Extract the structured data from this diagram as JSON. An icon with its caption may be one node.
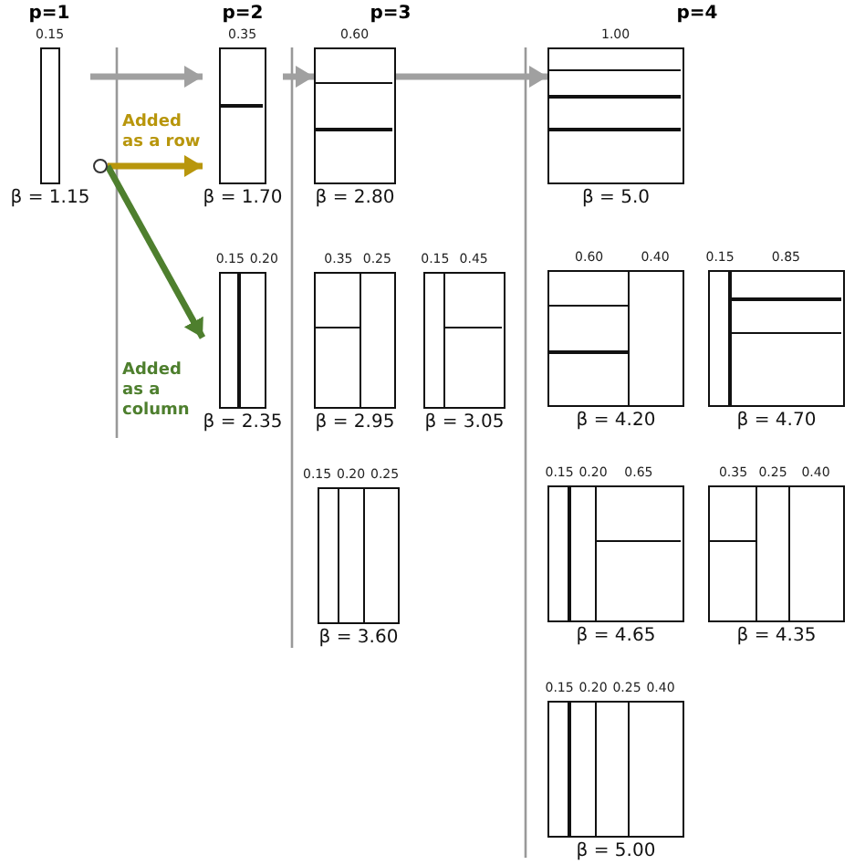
{
  "diagram": {
    "nodes": [
      {
        "text": [
          "0.15"
        ],
        "beside": [
          "β = 1.15"
        ]
      },
      {
        "text": [],
        "shape": "circle"
      },
      {
        "text": [
          "0.35"
        ],
        "beside": [
          "β = 1.70"
        ]
      },
      {
        "text": [
          "0.15",
          "0.20"
        ],
        "beside": [
          "β = 2.35"
        ]
      },
      {
        "text": [
          "0.60"
        ],
        "beside": [
          "β = 2.80"
        ]
      },
      {
        "text": [
          "0.35",
          "0.25"
        ],
        "beside": [
          "β = 2.95"
        ]
      },
      {
        "text": [
          "0.15",
          "0.45"
        ],
        "beside": [
          "β = 3.05"
        ]
      },
      {
        "text": [
          "0.15",
          "0.20",
          "0.25"
        ],
        "beside": [
          "β = 3.60"
        ]
      },
      {
        "text": [
          "1.00"
        ],
        "beside": [
          "β = 5.0"
        ]
      },
      {
        "text": [
          "0.60",
          "0.40"
        ],
        "beside": [
          "β = 4.20"
        ]
      },
      {
        "text": [
          "0.15",
          "0.85"
        ],
        "beside": [
          "β = 4.70"
        ]
      },
      {
        "text": [
          "0.15",
          "0.20",
          "0.65"
        ],
        "beside": [
          "β = 4.65"
        ]
      },
      {
        "text": [
          "0.35",
          "0.25",
          "0.40"
        ],
        "beside": [
          "β = 4.35"
        ]
      },
      {
        "text": [
          "0.15",
          "0.20",
          "0.25",
          "0.40"
        ],
        "beside": [
          "β = 5.00"
        ]
      }
    ],
    "edges": [
      {
        "from": 0,
        "to": 2,
        "arrow": "to",
        "color": "#a0a0a0"
      },
      {
        "from": 2,
        "to": 4,
        "arrow": "to",
        "color": "#a0a0a0"
      },
      {
        "from": 4,
        "to": 8,
        "arrow": "to",
        "color": "#a0a0a0"
      },
      {
        "from": 1,
        "to": 2,
        "arrow": "to",
        "color": "#b8960c",
        "label": "Added as a row"
      },
      {
        "from": 1,
        "to": 3,
        "arrow": "to",
        "color": "#4e7f2e",
        "label": "Added as a column"
      }
    ],
    "labels": [
      "p=1",
      "p=2",
      "p=3",
      "p=4"
    ]
  }
}
